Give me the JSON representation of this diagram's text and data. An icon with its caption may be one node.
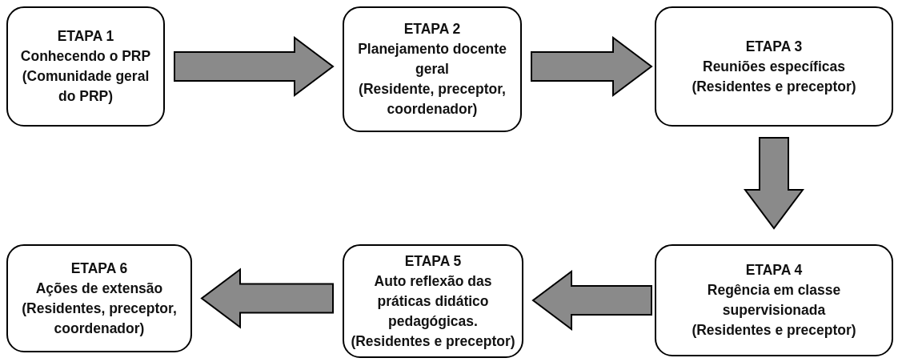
{
  "diagram": {
    "nodes": [
      {
        "text": [
          "ETAPA 1",
          "Conhecendo o PRP",
          "(Comunidade geral do PRP)"
        ]
      },
      {
        "text": [
          "ETAPA 2",
          "Planejamento docente geral",
          "(Residente, preceptor, coordenador)"
        ]
      },
      {
        "text": [
          "ETAPA 3",
          "Reuniões específicas",
          "(Residentes e preceptor)"
        ]
      },
      {
        "text": [
          "ETAPA 4",
          "Regência em classe supervisionada",
          "(Residentes e preceptor)"
        ]
      },
      {
        "text": [
          "ETAPA 5",
          "Auto reflexão das práticas didático pedagógicas.",
          "(Residentes e preceptor)"
        ]
      },
      {
        "text": [
          "ETAPA 6",
          "Ações de extensão",
          "(Residentes, preceptor, coordenador)"
        ]
      }
    ],
    "edges": [
      {
        "from": 0,
        "to": 1,
        "arrow": "to"
      },
      {
        "from": 1,
        "to": 2,
        "arrow": "to"
      },
      {
        "from": 2,
        "to": 3,
        "arrow": "to"
      },
      {
        "from": 3,
        "to": 4,
        "arrow": "to"
      },
      {
        "from": 4,
        "to": 5,
        "arrow": "to"
      }
    ]
  }
}
